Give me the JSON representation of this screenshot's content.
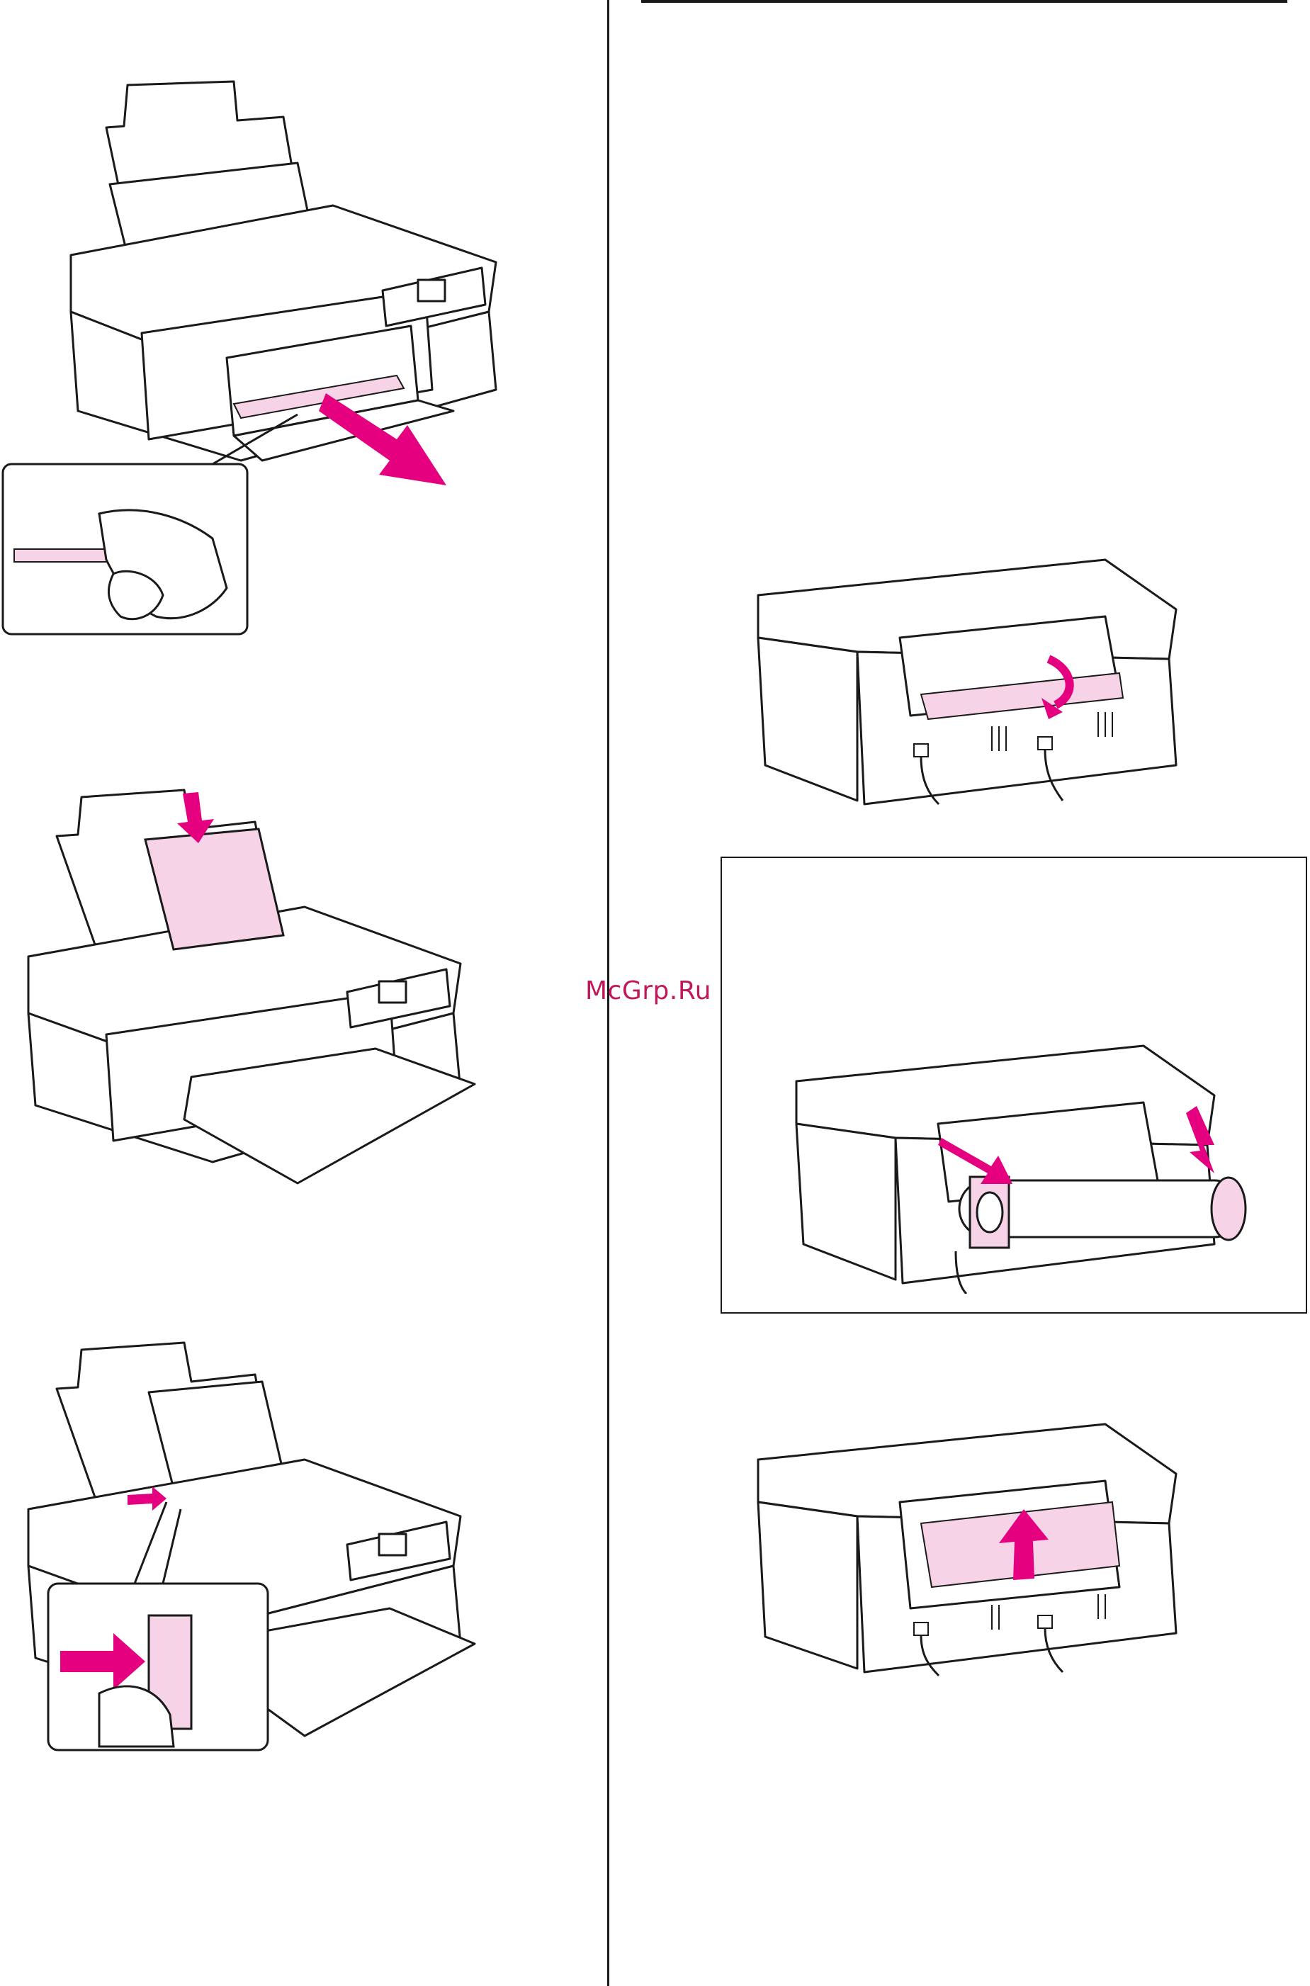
{
  "document": {
    "watermark_text": "McGrp.Ru"
  },
  "colors": {
    "accent_magenta": "#e4007f",
    "paper_pink": "#f6d3e6",
    "line": "#1a1a1a"
  },
  "figures": [
    {
      "name": "printer-front-remove-paper-illustration",
      "icon": "printer-front-paper-out"
    },
    {
      "name": "printer-front-load-sheet-illustration",
      "icon": "printer-front-paper-in"
    },
    {
      "name": "printer-front-edge-guide-illustration",
      "icon": "printer-front-edge-guide"
    },
    {
      "name": "printer-rear-open-cover-illustration",
      "icon": "printer-rear-cover-down"
    },
    {
      "name": "printer-rear-roll-holder-illustration",
      "icon": "printer-rear-roll-paper"
    },
    {
      "name": "printer-rear-close-cover-illustration",
      "icon": "printer-rear-cover-up"
    }
  ]
}
